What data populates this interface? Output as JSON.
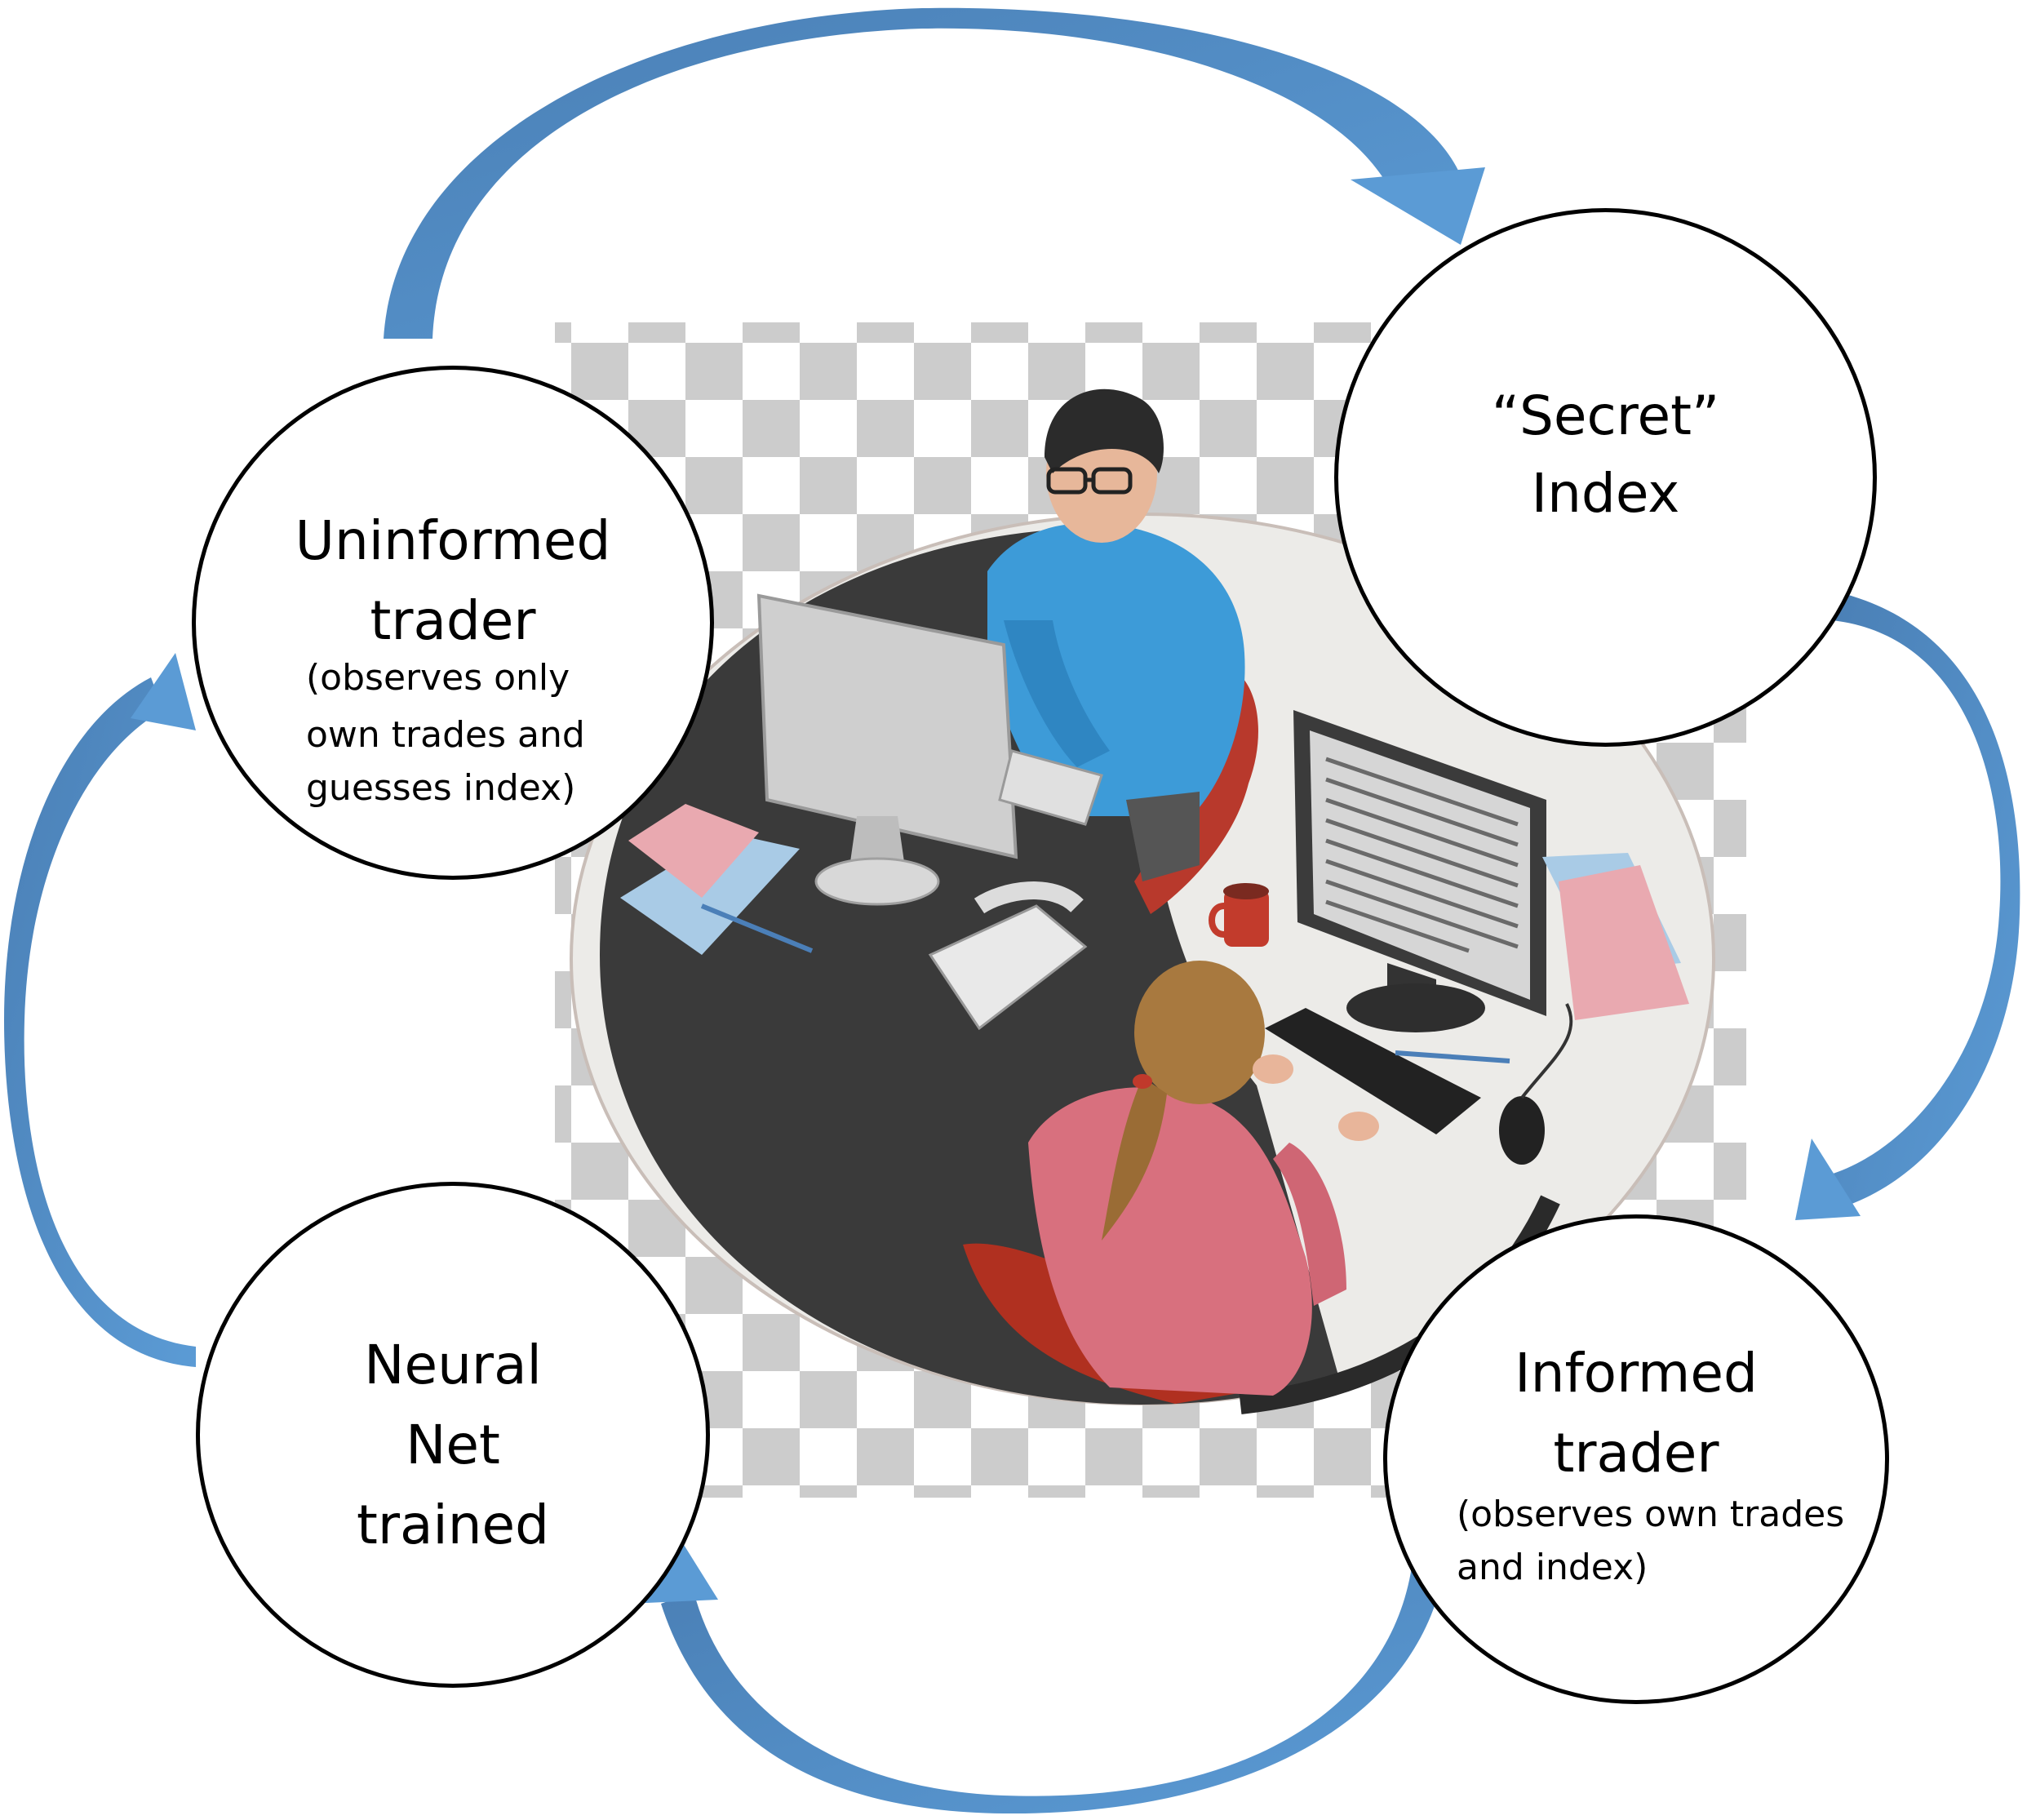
{
  "diagram": {
    "nodes": {
      "uninformed": {
        "title_line1": "Uninformed",
        "title_line2": "trader",
        "note_line1": "(observes only",
        "note_line2": "own trades and",
        "note_line3": "guesses index)"
      },
      "secret": {
        "title_line1": "“Secret”",
        "title_line2": "Index"
      },
      "informed": {
        "title_line1": "Informed",
        "title_line2": "trader",
        "note_line1": "(observes own trades",
        "note_line2": "and index)"
      },
      "neural": {
        "title_line1": "Neural",
        "title_line2": "Net",
        "title_line3": "trained"
      }
    },
    "cycle_order": [
      "Uninformed trader",
      "“Secret” Index",
      "Informed trader",
      "Neural Net trained"
    ],
    "colors": {
      "arrow": "#5b9bd5",
      "arrow_shade": "#4a7fb5",
      "node_border": "#000000",
      "checker": "#cccccc"
    },
    "illustration": "two traders at a round desk with computers, on a checkerboard (transparency) background"
  }
}
